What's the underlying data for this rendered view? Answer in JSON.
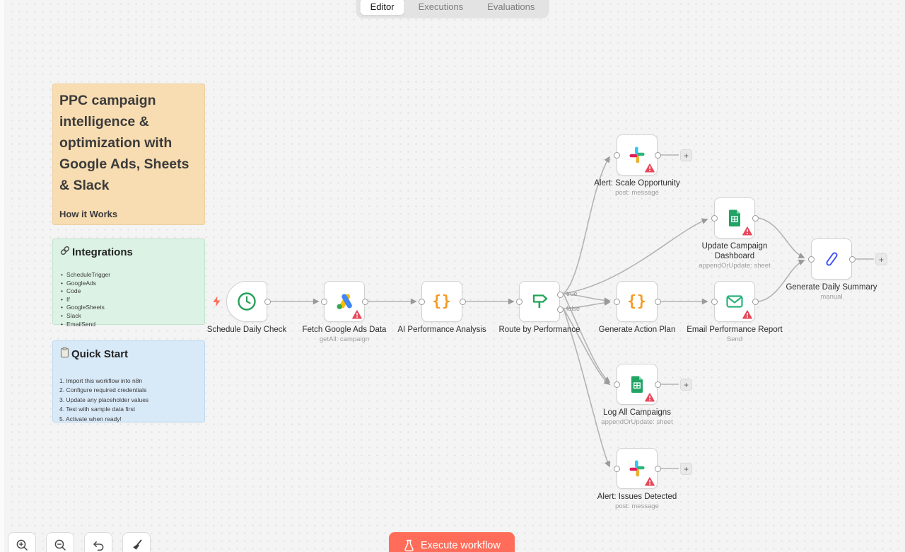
{
  "tabs": {
    "editor": "Editor",
    "executions": "Executions",
    "evaluations": "Evaluations"
  },
  "notes": {
    "main": {
      "title": "PPC campaign intelligence & optimization with Google Ads, Sheets & Slack",
      "subtitle": "How it Works"
    },
    "integrations": {
      "title": "Integrations",
      "items": [
        "ScheduleTrigger",
        "GoogleAds",
        "Code",
        "If",
        "GoogleSheets",
        "Slack",
        "EmailSend"
      ]
    },
    "quick_start": {
      "title": "Quick Start",
      "items": [
        "1. Import this workflow into n8n",
        "2. Configure required credentials",
        "3. Update any placeholder values",
        "4. Test with sample data first",
        "5. Activate when ready!"
      ]
    }
  },
  "nodes": [
    {
      "name": "Schedule Daily Check",
      "subtitle": "",
      "icon": "clock"
    },
    {
      "name": "Fetch Google Ads Data",
      "subtitle": "getAll: campaign",
      "icon": "google-ads"
    },
    {
      "name": "AI Performance Analysis",
      "subtitle": "",
      "icon": "code"
    },
    {
      "name": "Route by Performance",
      "subtitle": "",
      "icon": "signpost"
    },
    {
      "name": "Alert: Scale Opportunity",
      "subtitle": "post: message",
      "icon": "slack"
    },
    {
      "name": "Update Campaign Dashboard",
      "subtitle": "appendOrUpdate: sheet",
      "icon": "google-sheets"
    },
    {
      "name": "Generate Action Plan",
      "subtitle": "",
      "icon": "code"
    },
    {
      "name": "Email Performance Report",
      "subtitle": "Send",
      "icon": "email"
    },
    {
      "name": "Generate Daily Summary",
      "subtitle": "manual",
      "icon": "pen"
    },
    {
      "name": "Log All Campaigns",
      "subtitle": "appendOrUpdate: sheet",
      "icon": "google-sheets"
    },
    {
      "name": "Alert: Issues Detected",
      "subtitle": "post: message",
      "icon": "slack"
    }
  ],
  "connections": {
    "true_label": "true",
    "false_label": "false"
  },
  "ui": {
    "plus": "+",
    "execute_label": "Execute workflow",
    "code_glyph": "{}"
  },
  "colors": {
    "execute_button": "#ff6d5a",
    "note_orange": "#f8ddb2",
    "note_green": "#dcf2e4",
    "note_blue": "#d8e9f8",
    "wire": "#b3b3b3",
    "warning": "#e8475a",
    "clock_green": "#2aa05a",
    "if_green": "#1ea557",
    "code_orange": "#f59a23",
    "email_green": "#2cb27b",
    "pen_blue": "#4150f7",
    "slack_blue": "#36c5f0",
    "slack_green": "#2eb67d",
    "slack_yellow": "#ecb22e",
    "slack_red": "#e01e5a",
    "gads_blue": "#4285f4",
    "gads_yellow": "#fbbc04",
    "gads_green": "#34a853",
    "sheets_green": "#21a464"
  }
}
